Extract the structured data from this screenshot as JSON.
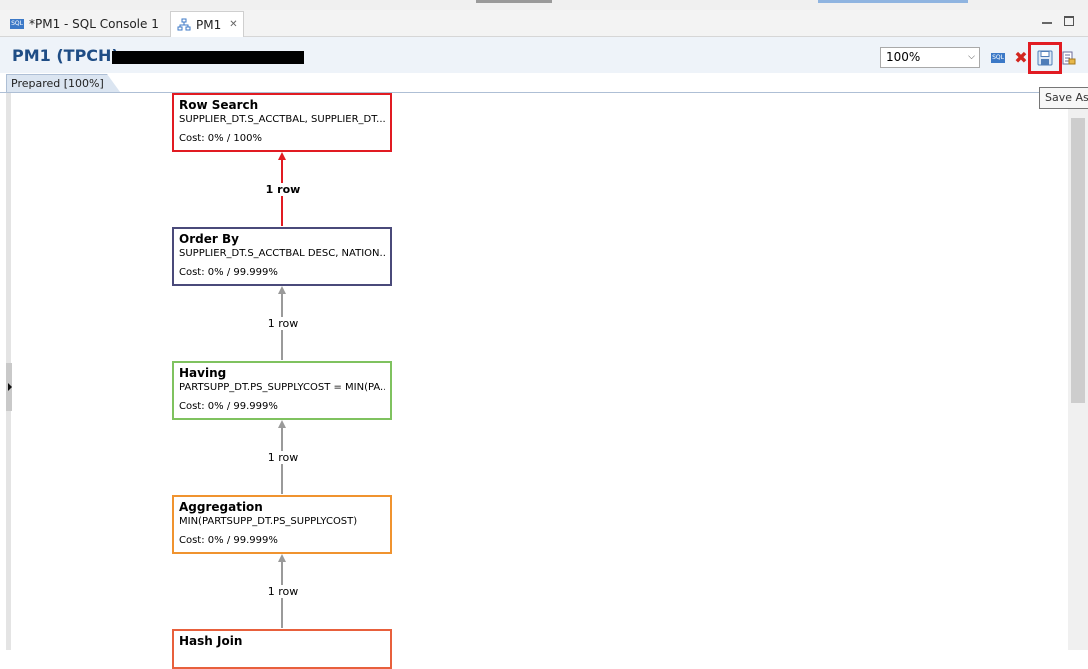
{
  "tabs": [
    {
      "label": "*PM1 - SQL Console 1",
      "icon": "sql-icon",
      "active": false
    },
    {
      "label": "PM1",
      "icon": "plan-icon",
      "active": true
    }
  ],
  "header": {
    "title": "PM1 (TPCH)",
    "zoom": "100%"
  },
  "toolbar": {
    "tooltip": "Save As"
  },
  "status_tab": "Prepared [100%]",
  "nodes": [
    {
      "title": "Row Search",
      "detail": "SUPPLIER_DT.S_ACCTBAL, SUPPLIER_DT....",
      "cost": "Cost: 0% / 100%",
      "color": "#e11b22"
    },
    {
      "title": "Order By",
      "detail": "SUPPLIER_DT.S_ACCTBAL DESC, NATION....",
      "cost": "Cost: 0% / 99.999%",
      "color": "#4a4a7a"
    },
    {
      "title": "Having",
      "detail": "PARTSUPP_DT.PS_SUPPLYCOST = MIN(PA...",
      "cost": "Cost: 0% / 99.999%",
      "color": "#7fc25f"
    },
    {
      "title": "Aggregation",
      "detail": "MIN(PARTSUPP_DT.PS_SUPPLYCOST)",
      "cost": "Cost: 0% / 99.999%",
      "color": "#f0932f"
    },
    {
      "title": "Hash Join",
      "detail": "",
      "cost": "",
      "color": "#e8603c"
    }
  ],
  "edges": [
    {
      "label": "1 row",
      "highlighted": true
    },
    {
      "label": "1 row",
      "highlighted": false
    },
    {
      "label": "1 row",
      "highlighted": false
    },
    {
      "label": "1 row",
      "highlighted": false
    }
  ]
}
